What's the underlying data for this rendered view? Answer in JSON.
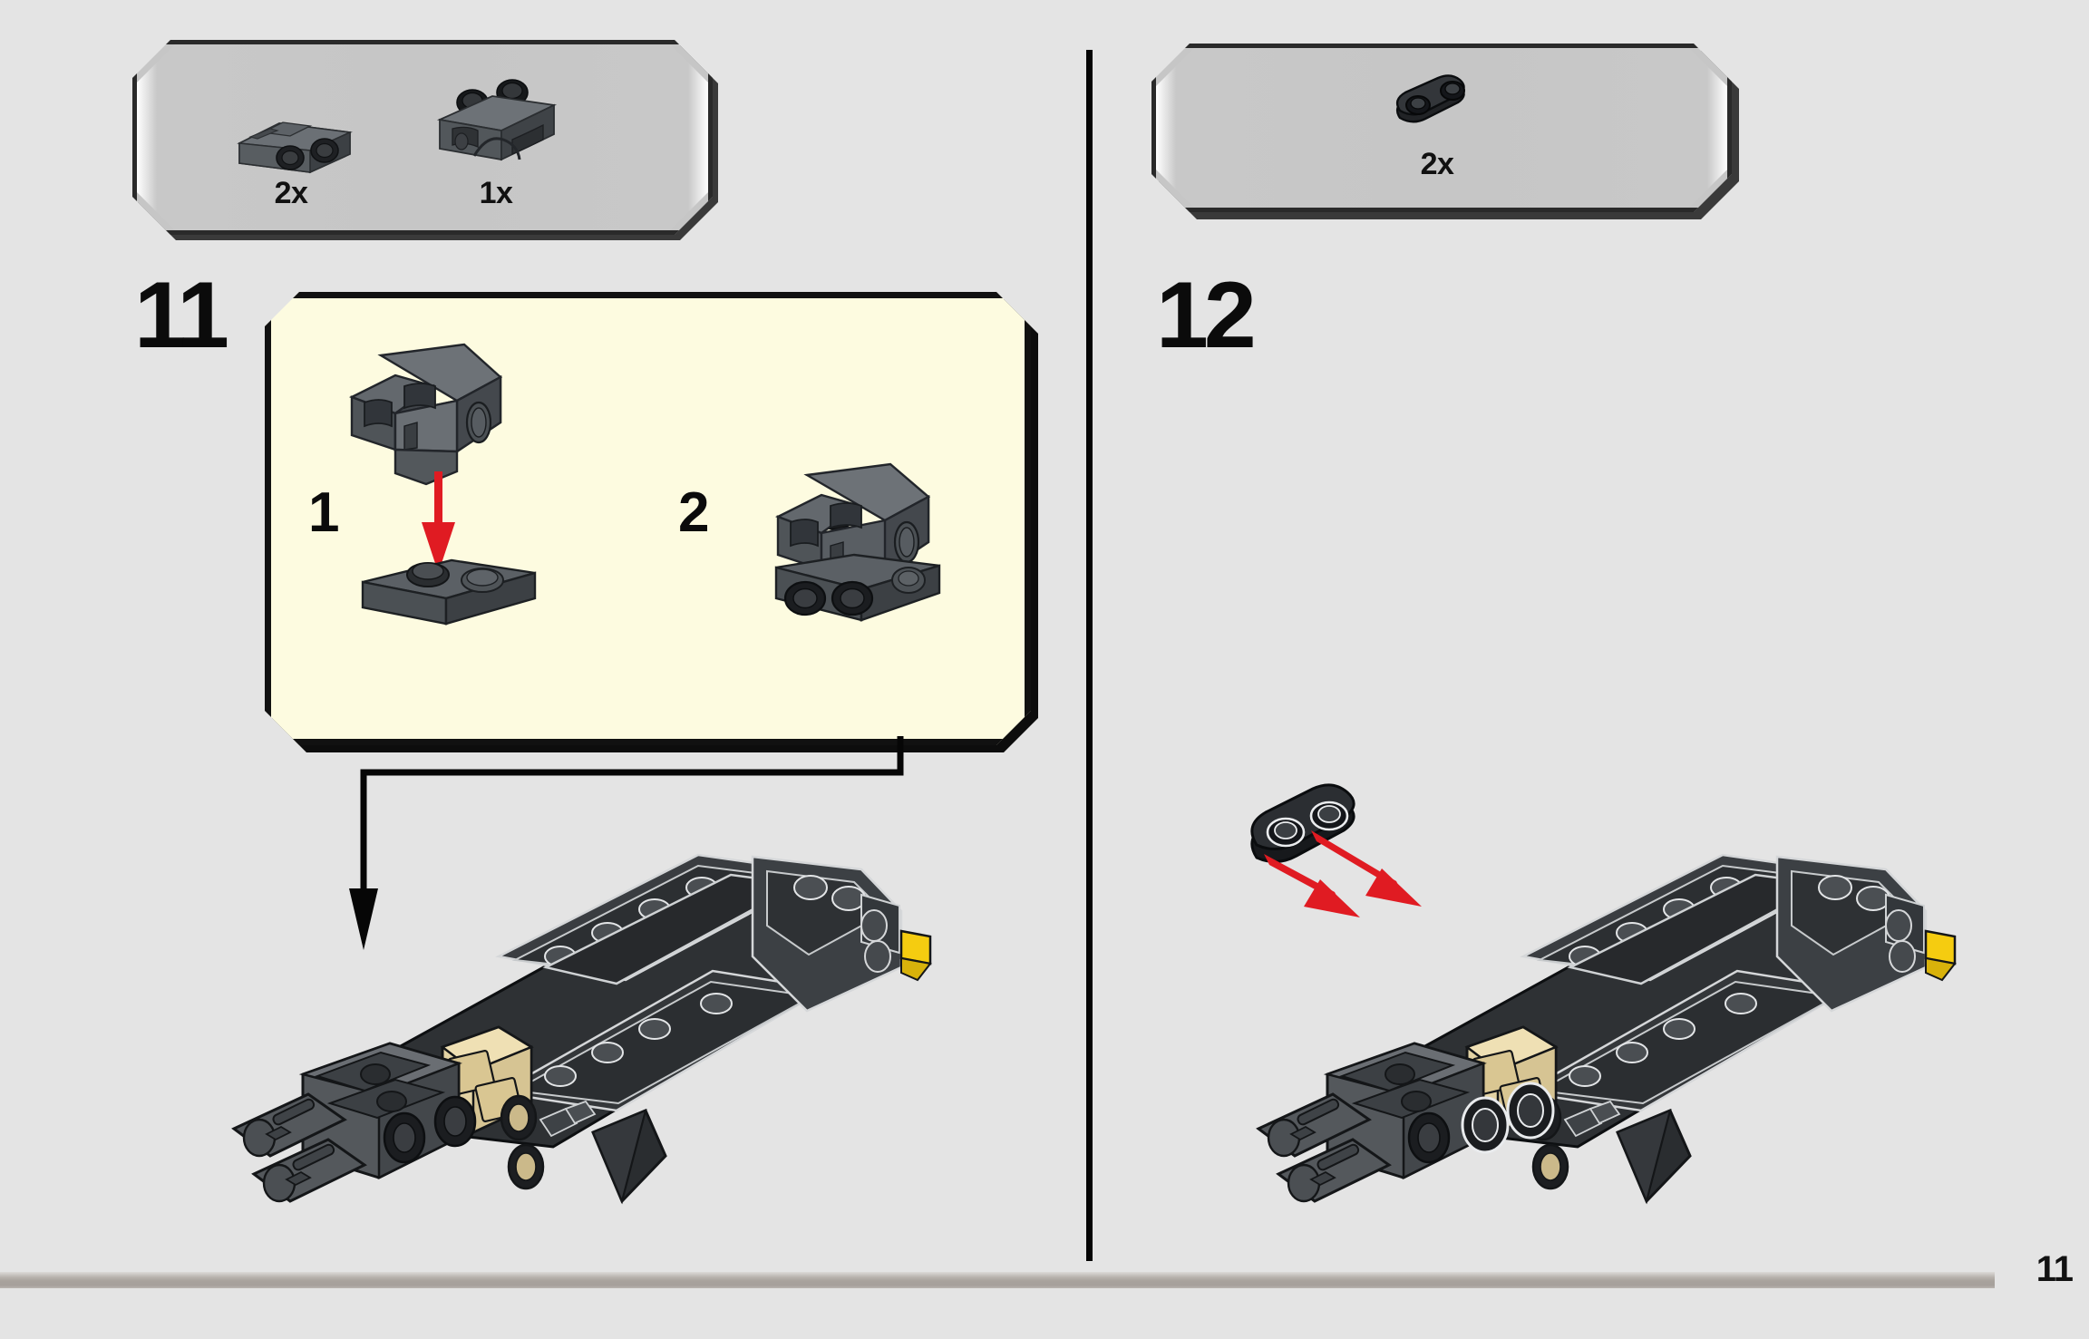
{
  "page": {
    "number": "11",
    "background_color": "#e4e4e4",
    "footer_rule_color": "#a8a29d",
    "divider_color": "#050505"
  },
  "colors": {
    "parts_box_fill": "#c6c6c6",
    "parts_box_border": "#2a2a2a",
    "sub_box_fill": "#fdfbe0",
    "sub_box_border": "#111111",
    "arrow_red": "#e01b22",
    "arrow_black": "#000000",
    "brick_dark_gray": "#565a5e",
    "brick_black": "#2e3033",
    "brick_tan": "#e3d3a4",
    "brick_yellow": "#f5cc10"
  },
  "steps": [
    {
      "id": "step-11",
      "number": "11",
      "parts_box": {
        "name": "parts-callout-step-11",
        "parts": [
          {
            "count": "2x",
            "icon": "dark-gray-bracket-1x2-plate"
          },
          {
            "count": "1x",
            "icon": "gray-technic-angled-bracket"
          }
        ]
      },
      "sub_assembly": {
        "name": "sub-assembly-callout-step-11",
        "substeps": [
          {
            "number": "1",
            "arrow": "red-down-arrow"
          },
          {
            "number": "2",
            "arrow": "none"
          }
        ]
      },
      "model": {
        "name": "model-step-11",
        "placement_arrow": "black-down-arrow"
      }
    },
    {
      "id": "step-12",
      "number": "12",
      "parts_box": {
        "name": "parts-callout-step-12",
        "parts": [
          {
            "count": "2x",
            "icon": "black-round-plate-1x2"
          }
        ]
      },
      "model": {
        "name": "model-step-12",
        "placement_arrows": [
          "red-arrow-lower",
          "red-arrow-upper"
        ]
      }
    }
  ]
}
